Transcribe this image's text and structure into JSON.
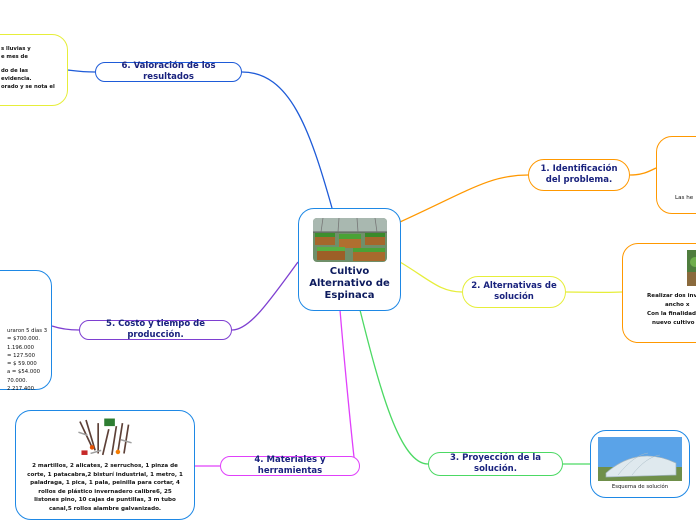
{
  "center": {
    "title": "Cultivo Alternativo de Espinaca",
    "image": "greenhouse-raised-beds-photo"
  },
  "branches": {
    "b1": {
      "label": "1. Identificación del problema.",
      "color": "#ff9800"
    },
    "b2": {
      "label": "2. Alternativas de solución",
      "color": "#e6ee3a"
    },
    "b3": {
      "label": "3. Proyección de la solución.",
      "color": "#4cd964"
    },
    "b4": {
      "label": "4. Materiales y herramientas",
      "color": "#e040fb"
    },
    "b5": {
      "label": "5. Costo y tiempo de producción.",
      "color": "#7e3fd1"
    },
    "b6": {
      "label": "6. Valoración de los resultados",
      "color": "#1e5bd8"
    }
  },
  "details": {
    "d1": {
      "text": "Las he"
    },
    "d2": {
      "lines": [
        "Realizar dos inv",
        "ancho x",
        "Con la finalidad",
        "nuevo cultivo"
      ]
    },
    "d3": {
      "caption": "Esquema de solución"
    },
    "d4": {
      "text": "2 martillos, 2 alicates, 2 serruchos, 1 pinza de corte, 1 patacabra,2 bisturí industrial, 1 metro, 1 paladraga, 1 pica, 1 pala, peinilla para cortar, 4 rollos de plástico invernadero calibre6, 25 listones pino, 10 cajas de puntillas, 3 m tubo canal,5 rollos alambre galvanizado."
    },
    "d5": {
      "lines": [
        "uraron 5 días 3",
        "",
        "= $700.000.",
        "1.196.000",
        "= 127.500",
        "= $ 59.000",
        "a = $54.000",
        "70.000.",
        "2.217.400."
      ]
    },
    "d6": {
      "lines": [
        "s lluvias y",
        "e mes de",
        "",
        "do de las",
        "evidencia.",
        "orado y se nota el"
      ]
    }
  }
}
